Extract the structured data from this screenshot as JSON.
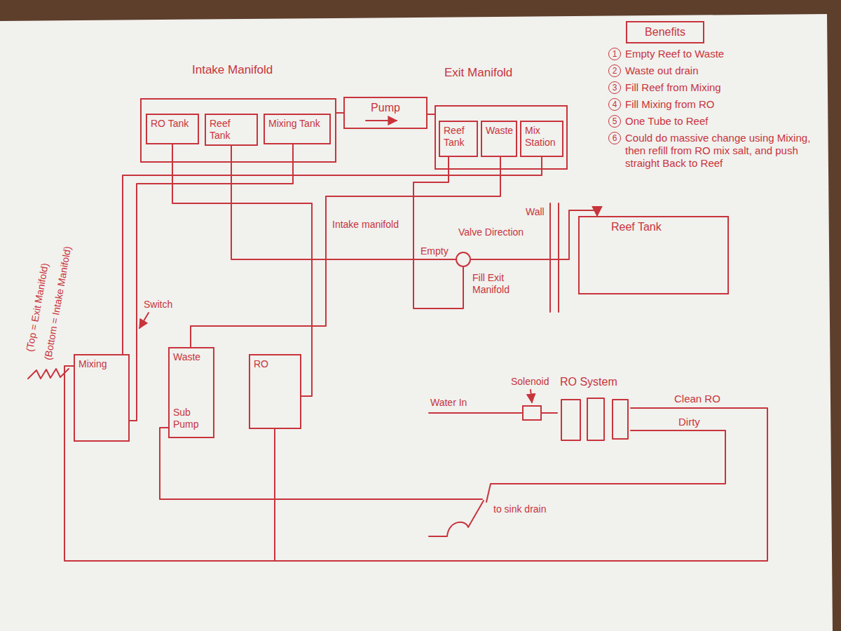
{
  "diagram": {
    "nodes": [
      {
        "text": [
          "Intake Manifold"
        ]
      },
      {
        "text": [
          "RO Tank"
        ],
        "in": 0
      },
      {
        "text": [
          "Reef Tank"
        ],
        "in": 0
      },
      {
        "text": [
          "Mixing Tank"
        ],
        "in": 0
      },
      {
        "text": [
          "Pump"
        ]
      },
      {
        "text": [
          "Exit Manifold"
        ]
      },
      {
        "text": [
          "Reef Tank"
        ],
        "in": 5
      },
      {
        "text": [
          "Waste"
        ],
        "in": 5
      },
      {
        "text": [
          "Mix Station"
        ],
        "in": 5
      },
      {
        "text": [
          "Benefits"
        ]
      },
      {
        "text": [
          "Reef Tank"
        ]
      },
      {
        "text": [
          "Valve Direction"
        ]
      },
      {
        "text": [
          "Mixing"
        ]
      },
      {
        "text": [
          "Waste",
          "Sub Pump"
        ]
      },
      {
        "text": [
          "RO"
        ]
      },
      {
        "text": [
          "Solenoid"
        ]
      },
      {
        "text": [
          "RO System"
        ]
      }
    ],
    "edges": [
      {
        "from": 0,
        "to": 4,
        "arrow": "none"
      },
      {
        "from": 4,
        "to": 5,
        "arrow": "none"
      },
      {
        "from": 1,
        "to": 14,
        "arrow": "none"
      },
      {
        "from": 2,
        "to": 11,
        "label": "Empty",
        "arrow": "none"
      },
      {
        "from": 3,
        "to": 12,
        "arrow": "none"
      },
      {
        "from": 6,
        "to": 11,
        "label": "Fill Exit Manifold",
        "arrow": "none"
      },
      {
        "from": 7,
        "to": 13,
        "arrow": "none"
      },
      {
        "from": 8,
        "to": 12,
        "arrow": "none"
      },
      {
        "from": 11,
        "to": 10,
        "arrow": "to"
      },
      {
        "from": 15,
        "to": 16,
        "arrow": "none"
      },
      {
        "from": 16,
        "to": 14,
        "arrow": "none"
      }
    ],
    "labels": [
      "1",
      "Empty Reef to Waste",
      "2",
      "Waste out drain",
      "3",
      "Fill Reef from Mixing",
      "4",
      "Fill Mixing from RO",
      "5",
      "One Tube to Reef",
      "6",
      "Could do massive change using Mixing, then refill from RO mix salt, and push straight Back to Reef",
      "Intake manifold",
      "Wall",
      "(Top = Exit Manifold)",
      "(Bottom = Intake Manifold)",
      "Switch",
      "Water In",
      "Clean RO",
      "Dirty",
      "to sink drain"
    ]
  }
}
